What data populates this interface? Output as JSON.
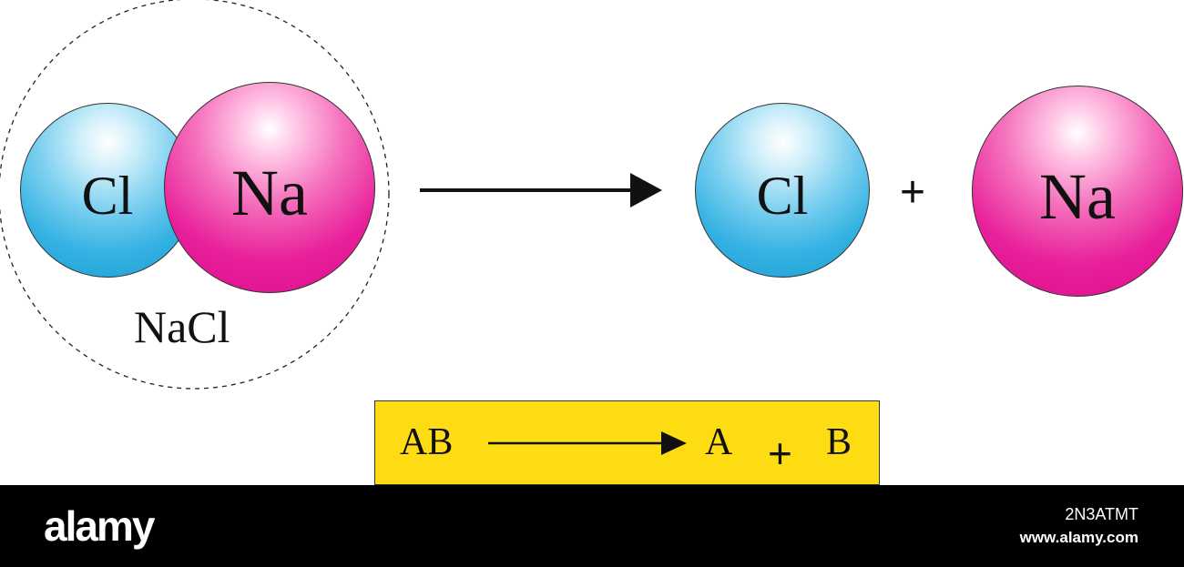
{
  "reactant": {
    "atoms": [
      {
        "symbol": "Cl",
        "color": "#2aaadf"
      },
      {
        "symbol": "Na",
        "color": "#e3148f"
      }
    ],
    "compound_label": "NaCl"
  },
  "products": {
    "atoms": [
      {
        "symbol": "Cl",
        "color": "#2aaadf"
      },
      {
        "symbol": "Na",
        "color": "#e3148f"
      }
    ],
    "plus": "+"
  },
  "general_equation": {
    "reactant": "AB",
    "product_a": "A",
    "plus": "+",
    "product_b": "B",
    "background_color": "#fedc14"
  },
  "footer": {
    "brand": "alamy",
    "image_id": "2N3ATMT",
    "url": "www.alamy.com"
  }
}
